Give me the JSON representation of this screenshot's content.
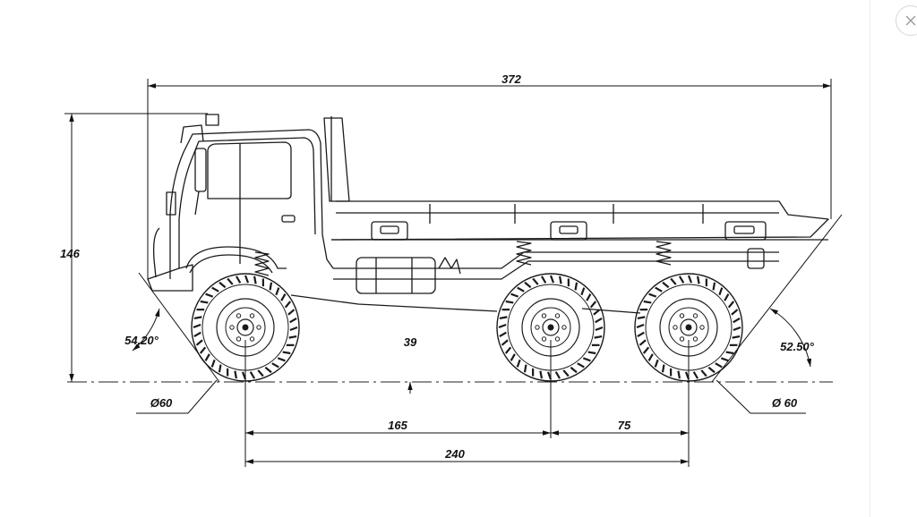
{
  "diagram": {
    "dims": {
      "overall_length": "372",
      "height": "146",
      "approach_angle": "54.20°",
      "departure_angle": "52.50°",
      "ground_clearance": "39",
      "front_wheel_dia": "Ø60",
      "rear_wheel_dia": "Ø 60",
      "front_to_mid_axle": "165",
      "mid_to_rear_axle": "75",
      "wheelbase": "240"
    },
    "axles": [
      "front",
      "middle",
      "rear"
    ]
  },
  "ui": {
    "close_icon": "close-icon",
    "line_color": "#111111",
    "background": "#ffffff"
  }
}
